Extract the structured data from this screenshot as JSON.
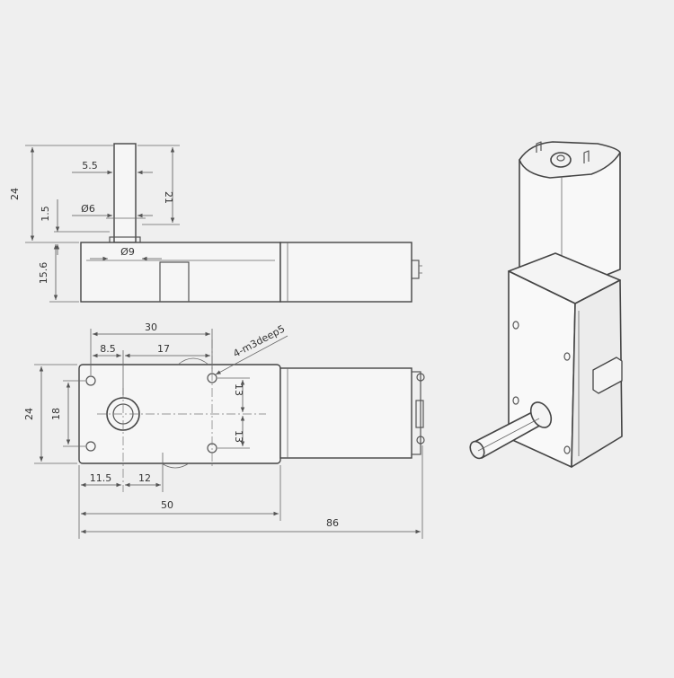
{
  "side_view": {
    "dim_24": "24",
    "dim_1_5": "1.5",
    "dim_15_6": "15.6",
    "dim_5_5": "5.5",
    "dim_phi6": "Ø6",
    "dim_21": "21",
    "dim_phi9": "Ø9"
  },
  "front_view": {
    "dim_30": "30",
    "dim_8_5": "8.5",
    "dim_17": "17",
    "note_holes": "4-m3deep5",
    "dim_13_top": "13",
    "dim_13_bottom": "13",
    "dim_24": "24",
    "dim_18": "18",
    "dim_11_5": "11.5",
    "dim_12": "12",
    "dim_50": "50",
    "dim_86": "86"
  },
  "colors": {
    "background": "#efefef",
    "line": "#555555"
  }
}
